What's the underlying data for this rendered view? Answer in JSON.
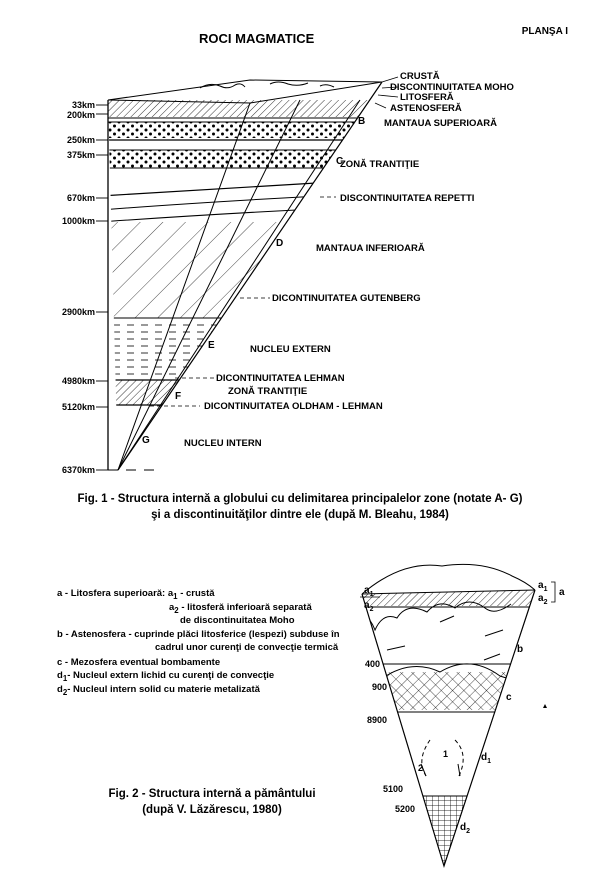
{
  "page": {
    "plate": "PLANŞA I",
    "title": "ROCI MAGMATICE"
  },
  "fig1": {
    "depths": [
      "33km",
      "200km",
      "250km",
      "375km",
      "670km",
      "1000km",
      "2900km",
      "4980km",
      "5120km",
      "6370km"
    ],
    "labels": {
      "crusta": "CRUSTĂ",
      "moho": "DISCONTINUITATEA MOHO",
      "litosfera": "LITOSFERĂ",
      "astenosfera": "ASTENOSFERĂ",
      "mantaua_sup": "MANTAUA SUPERIOARĂ",
      "zona1": "ZONĂ TRANTIŢIE",
      "repetti": "DISCONTINUITATEA REPETTI",
      "mantaua_inf": "MANTAUA INFERIOARĂ",
      "gutenberg": "DICONTINUITATEA GUTENBERG",
      "nucleu_ext": "NUCLEU EXTERN",
      "lehman": "DICONTINUITATEA LEHMAN",
      "zona2": "ZONĂ TRANTIŢIE",
      "oldham": "DICONTINUITATEA OLDHAM - LEHMAN",
      "nucleu_int": "NUCLEU INTERN"
    },
    "zones": [
      "B",
      "C",
      "D",
      "E",
      "F",
      "G"
    ],
    "caption_line1": "Fig.  1 - Structura internă a globului cu delimitarea principalelor zone (notate A- G)",
    "caption_line2": "şi a discontinuităţilor dintre ele (după M. Bleahu, 1984)"
  },
  "fig2": {
    "legend": {
      "a_prefix": "a  - Litosfera superioară: a",
      "a_sub": "1",
      "a_rest": " - crustă",
      "a2_prefix": "a",
      "a2_sub": "2",
      "a2_rest": " - litosferă inferioară separată",
      "a2_cont": "de discontinuitatea Moho",
      "b_line1": "b  - Astenosfera - cuprinde plăci litosferice (lespezi) subduse în",
      "b_line2": "cadrul unor curenţi de convecţie termică",
      "c_line": "c  - Mezosfera eventual bombamente",
      "d1_prefix": "d",
      "d1_sub": "1",
      "d1_rest": "- Nucleul extern lichid cu curenţi de convecţie",
      "d2_prefix": "d",
      "d2_sub": "2",
      "d2_rest": "- Nucleul intern solid cu materie metalizată"
    },
    "depths": [
      "400",
      "900",
      "8900",
      "5100",
      "5200"
    ],
    "labels": {
      "a": "a",
      "b": "b",
      "c": "c",
      "d": "d",
      "sub1": "1",
      "sub2": "2"
    },
    "arrow_labels": [
      "1",
      "2"
    ],
    "caption_line1": "Fig. 2 - Structura internă a pământului",
    "caption_line2": "(după V. Lăzărescu, 1980)"
  }
}
